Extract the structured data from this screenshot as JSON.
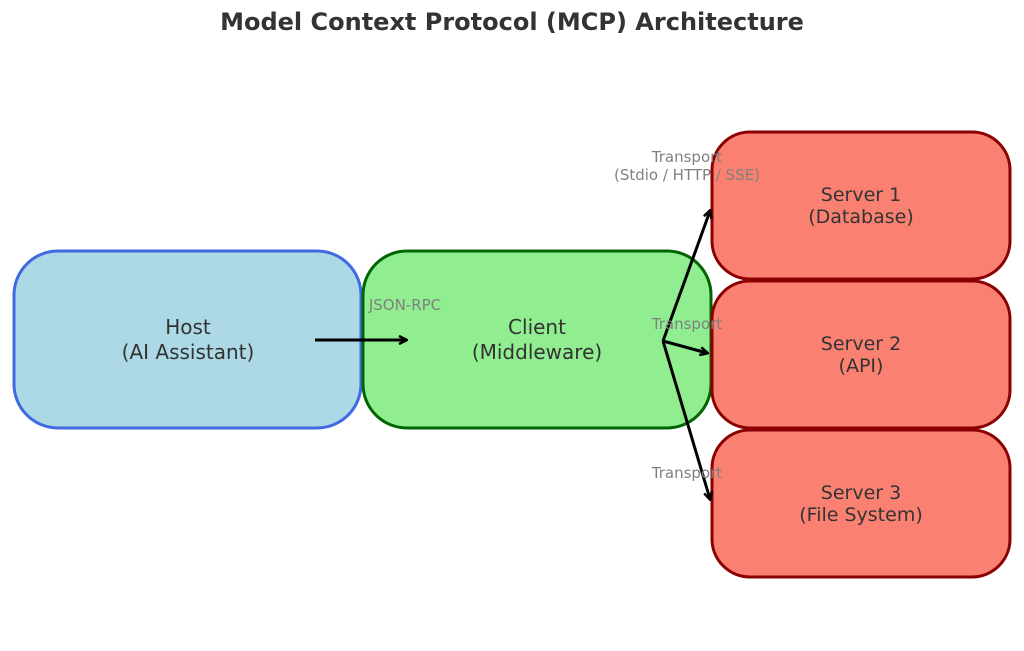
{
  "title": "Model Context Protocol (MCP) Architecture",
  "nodes": {
    "host": {
      "line1": "Host",
      "line2": "(AI Assistant)",
      "fill": "#add8e6",
      "stroke": "#4169e1"
    },
    "client": {
      "line1": "Client",
      "line2": "(Middleware)",
      "fill": "#90ee90",
      "stroke": "#006400"
    },
    "server1": {
      "line1": "Server 1",
      "line2": "(Database)",
      "fill": "#fa8072",
      "stroke": "#8b0000"
    },
    "server2": {
      "line1": "Server 2",
      "line2": "(API)",
      "fill": "#fa8072",
      "stroke": "#8b0000"
    },
    "server3": {
      "line1": "Server 3",
      "line2": "(File System)",
      "fill": "#fa8072",
      "stroke": "#8b0000"
    }
  },
  "edges": {
    "host_client": "JSON-RPC",
    "client_server1_line1": "Transport",
    "client_server1_line2": "(Stdio / HTTP / SSE)",
    "client_server2": "Transport",
    "client_server3": "Transport"
  }
}
